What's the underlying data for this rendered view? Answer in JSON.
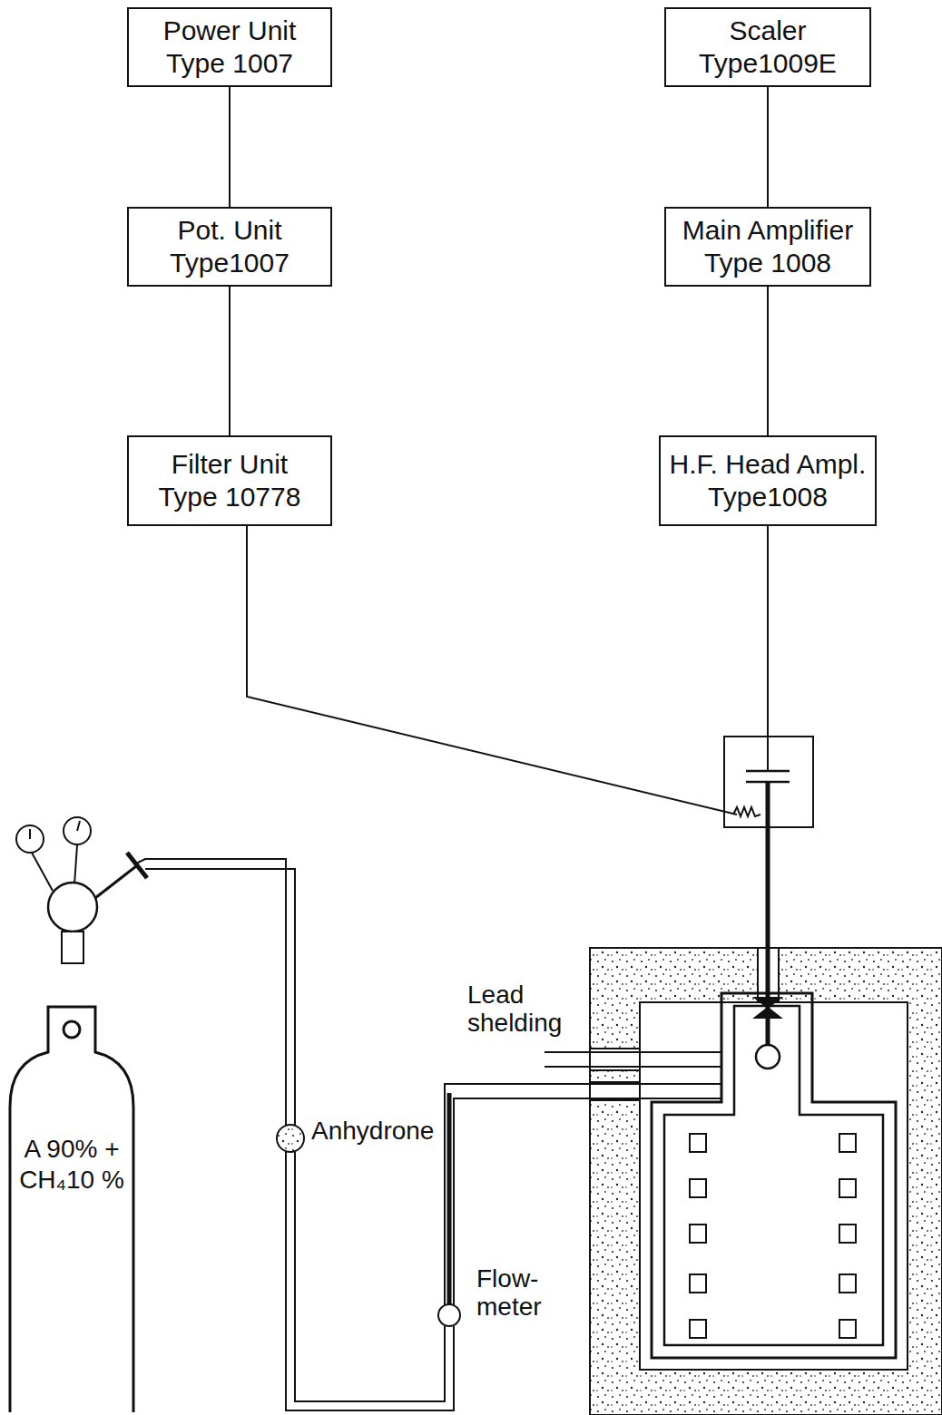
{
  "diagram": {
    "nodes": [
      {
        "text": [
          "Power Unit",
          "Type 1007"
        ]
      },
      {
        "text": [
          "Pot. Unit",
          "Type1007"
        ]
      },
      {
        "text": [
          "Filter Unit",
          "Type 10778"
        ]
      },
      {
        "text": [
          "Scaler",
          "Type1009E"
        ]
      },
      {
        "text": [
          "Main Amplifier",
          "Type 1008"
        ]
      },
      {
        "text": [
          "H.F. Head Ampl.",
          "Type1008"
        ]
      },
      {
        "text": [
          "A 90% + CH₄10 %"
        ]
      }
    ],
    "edges": [
      {
        "from": 0,
        "to": 1,
        "arrow": "none"
      },
      {
        "from": 1,
        "to": 2,
        "arrow": "none"
      },
      {
        "from": 3,
        "to": 4,
        "arrow": "none"
      },
      {
        "from": 4,
        "to": 5,
        "arrow": "none"
      }
    ],
    "labels": [
      "Lead shelding",
      "Anhydrone",
      "Flow- meter"
    ]
  }
}
